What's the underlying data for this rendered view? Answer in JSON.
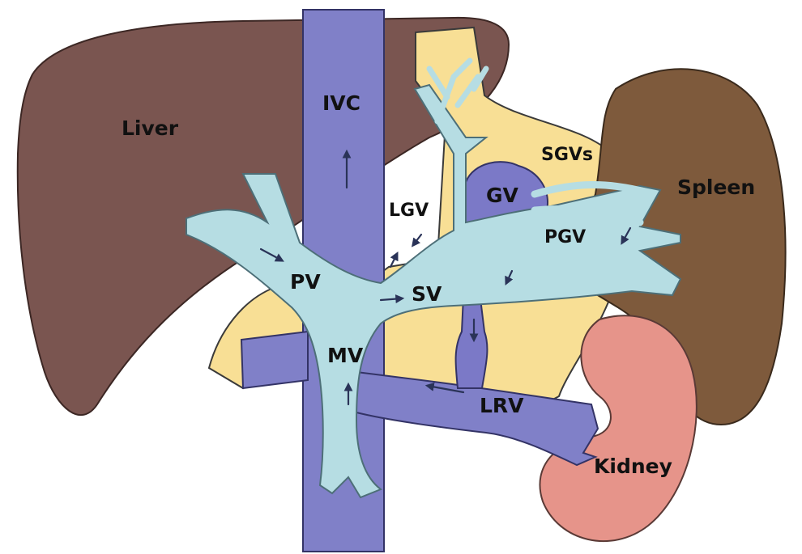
{
  "labels": {
    "liver": "Liver",
    "ivc": "IVC",
    "sgvs": "SGVs",
    "spleen": "Spleen",
    "gv": "GV",
    "lgv": "LGV",
    "pgv": "PGV",
    "pv": "PV",
    "sv": "SV",
    "mv": "MV",
    "lrv": "LRV",
    "kidney": "Kidney"
  },
  "colors": {
    "liver": "#7a5550",
    "spleen": "#7e5a3c",
    "kidney": "#e6948a",
    "stomach": "#f8df95",
    "ivc": "#8080c8",
    "portal_vein": "#b6dde3",
    "varix": "#7b79c7"
  }
}
